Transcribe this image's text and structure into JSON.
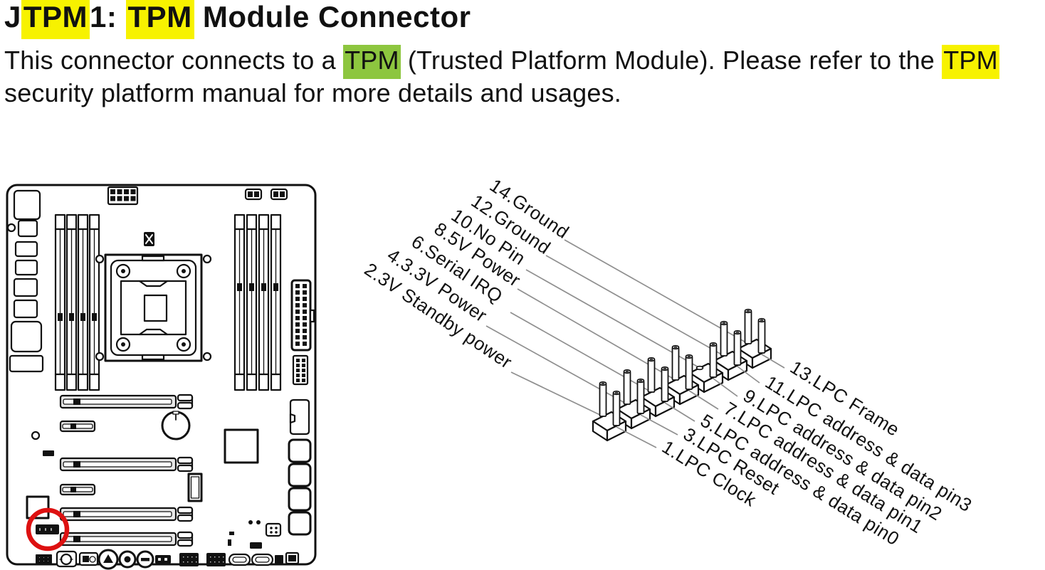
{
  "page": {
    "title_segments": [
      {
        "text": "J"
      },
      {
        "text": "TPM",
        "hl": "yellow"
      },
      {
        "text": "1: "
      },
      {
        "text": "TPM",
        "hl": "yellow"
      },
      {
        "text": " Module Connector"
      }
    ],
    "body_segments": [
      {
        "text": "This connector connects to a "
      },
      {
        "text": "TPM",
        "hl": "green"
      },
      {
        "text": " (Trusted Platform Module). Please refer to the "
      },
      {
        "text": "TPM",
        "hl": "yellow"
      },
      {
        "br": true
      },
      {
        "text": "security platform manual for more details and usages."
      }
    ]
  },
  "colors": {
    "highlight_yellow": "#f7f200",
    "highlight_green": "#8dc63f",
    "marker_red": "#dd1111",
    "leader_line_gray": "#8f8f8f",
    "line_art_black": "#111111"
  },
  "pinout": {
    "top_labels": [
      "14.Ground",
      "12.Ground",
      "10.No Pin",
      "8.5V Power",
      "6.Serial IRQ",
      "4.3.3V Power",
      "2.3V Standby power"
    ],
    "bottom_labels": [
      "13.LPC Frame",
      "11.LPC address & data pin3",
      "9.LPC address & data pin2",
      "7.LPC address & data pin1",
      "5.LPC address & data pin0",
      "3.LPC Reset",
      "1.LPC Clock"
    ]
  }
}
